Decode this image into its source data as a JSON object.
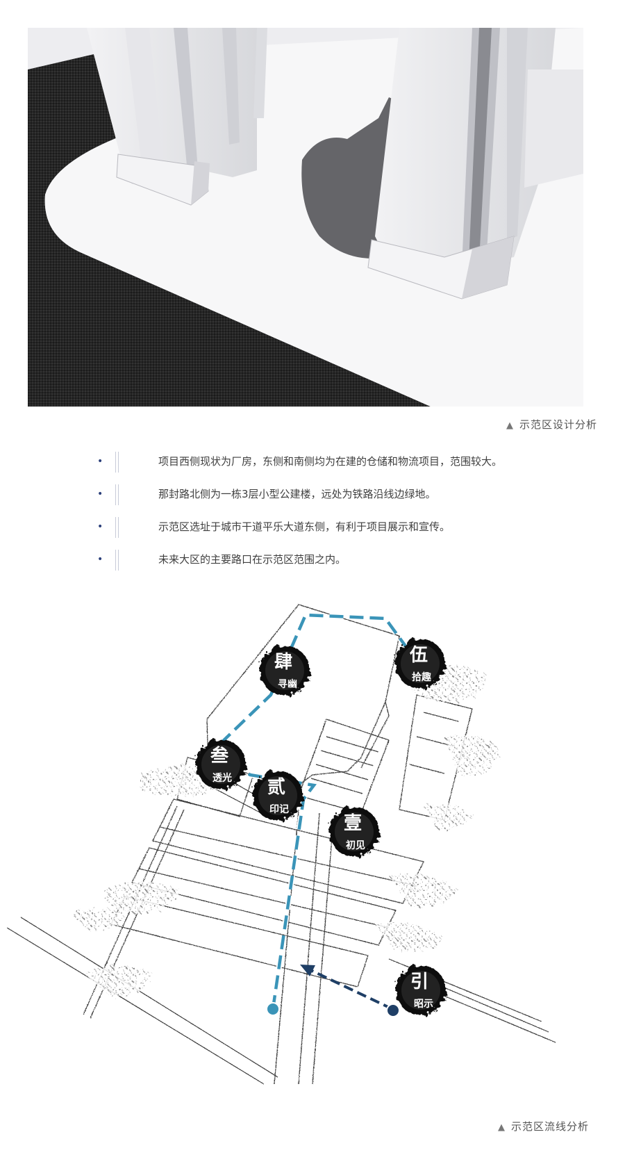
{
  "captions": {
    "design": "示范区设计分析",
    "flow": "示范区流线分析",
    "marker": "▲"
  },
  "bullets": [
    "项目西侧现状为厂房，东侧和南侧均为在建的仓储和物流项目，范围较大。",
    "那封路北侧为一栋3层小型公建楼，远处为铁路沿线边绿地。",
    "示范区选址于城市干道平乐大道东侧，有利于项目展示和宣传。",
    "未来大区的主要路口在示范区范围之内。"
  ],
  "bullet_marker": "•",
  "flow_nodes": [
    {
      "main": "引",
      "sub": "昭示"
    },
    {
      "main": "壹",
      "sub": "初见"
    },
    {
      "main": "贰",
      "sub": "印记"
    },
    {
      "main": "叁",
      "sub": "透光"
    },
    {
      "main": "肆",
      "sub": "寻幽"
    },
    {
      "main": "伍",
      "sub": "拾趣"
    }
  ],
  "colors": {
    "route_main": "#3a94b8",
    "route_entry": "#1f3f66",
    "node_ink": "#111111",
    "bullet": "#2b3f7a"
  },
  "icons": {
    "caption_marker": "triangle-up-icon",
    "bullet_marker": "dot-icon",
    "arrow": "arrow-head-icon"
  }
}
